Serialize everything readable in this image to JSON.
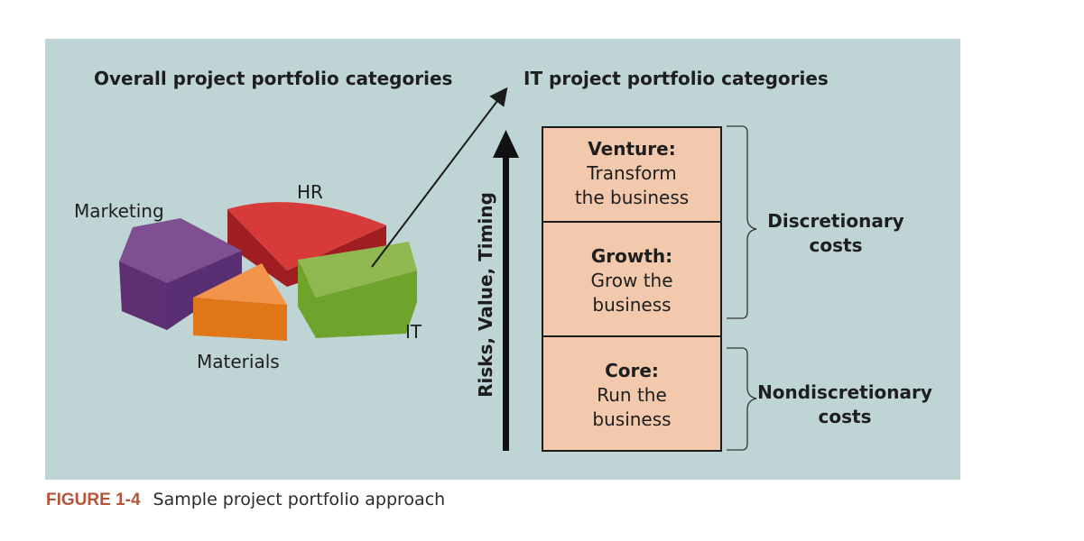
{
  "titles": {
    "left": "Overall project portfolio categories",
    "right": "IT project portfolio categories"
  },
  "pie_labels": {
    "marketing": "Marketing",
    "hr": "HR",
    "materials": "Materials",
    "it": "IT"
  },
  "axis_label": "Risks, Value, Timing",
  "tiers": [
    {
      "head": "Venture:",
      "line1": "Transform",
      "line2": "the business"
    },
    {
      "head": "Growth:",
      "line1": "Grow the",
      "line2": "business"
    },
    {
      "head": "Core:",
      "line1": "Run the",
      "line2": "business"
    }
  ],
  "costs": {
    "discretionary": {
      "line1": "Discretionary",
      "line2": "costs"
    },
    "nondiscretionary": {
      "line1": "Nondiscretionary",
      "line2": "costs"
    }
  },
  "caption": {
    "figure": "FIGURE 1-4",
    "text": "Sample project portfolio approach"
  },
  "colors": {
    "panel": "#bfd4d4",
    "marketing": "#6a3a7e",
    "hr": "#cf2f2f",
    "materials": "#e98129",
    "it": "#7aaa3a",
    "box": "#f3c9ad",
    "figure_label": "#b3553a"
  }
}
